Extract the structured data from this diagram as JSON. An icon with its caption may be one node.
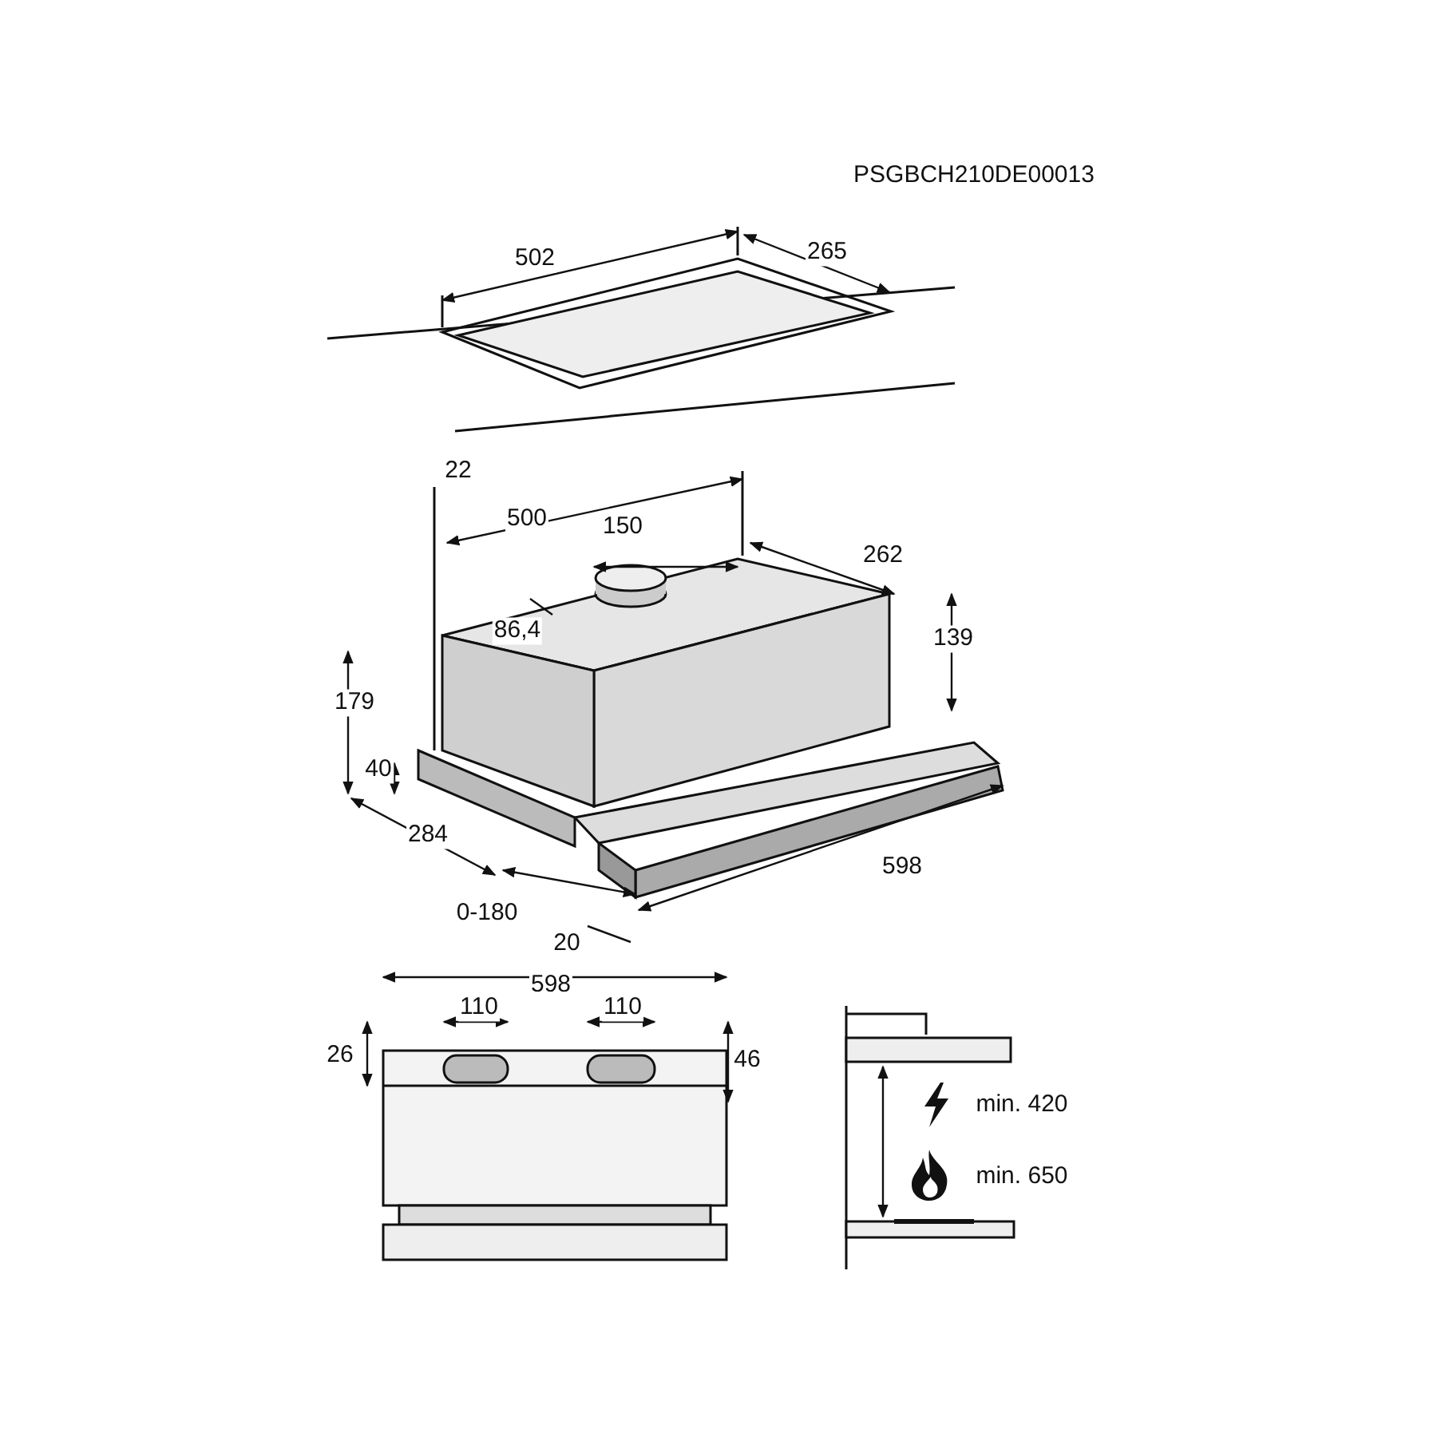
{
  "diagram": {
    "labels": [
      "PSGBCH210DE00013",
      "502",
      "265",
      "22",
      "500",
      "150",
      "262",
      "86,4",
      "139",
      "179",
      "40",
      "284",
      "598",
      "0-180",
      "20",
      "598",
      "110",
      "110",
      "26",
      "46",
      "min. 420",
      "min. 650"
    ]
  }
}
